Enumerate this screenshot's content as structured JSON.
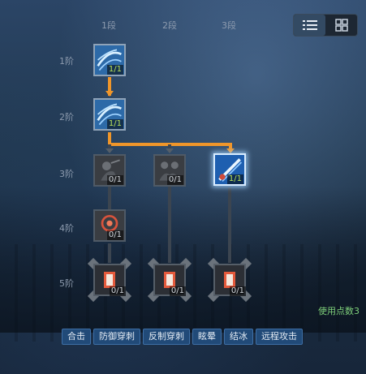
{
  "columns": [
    "1段",
    "2段",
    "3段"
  ],
  "rows": [
    "1阶",
    "2阶",
    "3阶",
    "4阶",
    "5阶"
  ],
  "view_toggle": {
    "list_icon": "list-icon",
    "grid_icon": "grid-icon",
    "active": "list"
  },
  "skills": [
    {
      "id": "r1c1",
      "count": "1/1",
      "state": "learned"
    },
    {
      "id": "r2c1",
      "count": "1/1",
      "state": "learned"
    },
    {
      "id": "r3c1",
      "count": "0/1",
      "state": "locked"
    },
    {
      "id": "r3c2",
      "count": "0/1",
      "state": "locked"
    },
    {
      "id": "r3c3",
      "count": "1/1",
      "state": "selected"
    },
    {
      "id": "r4c1",
      "count": "0/1",
      "state": "locked"
    },
    {
      "id": "r5c1",
      "count": "0/1",
      "state": "locked"
    },
    {
      "id": "r5c2",
      "count": "0/1",
      "state": "locked"
    },
    {
      "id": "r5c3",
      "count": "0/1",
      "state": "locked"
    }
  ],
  "points_used": "使用点数3",
  "tags": [
    "合击",
    "防御穿刺",
    "反制穿刺",
    "眩晕",
    "结冰",
    "远程攻击"
  ],
  "colors": {
    "active_line": "#f0962a",
    "inactive_line": "#3c4550",
    "tag_bg": "#214a78",
    "points_text": "#7fd07a"
  }
}
